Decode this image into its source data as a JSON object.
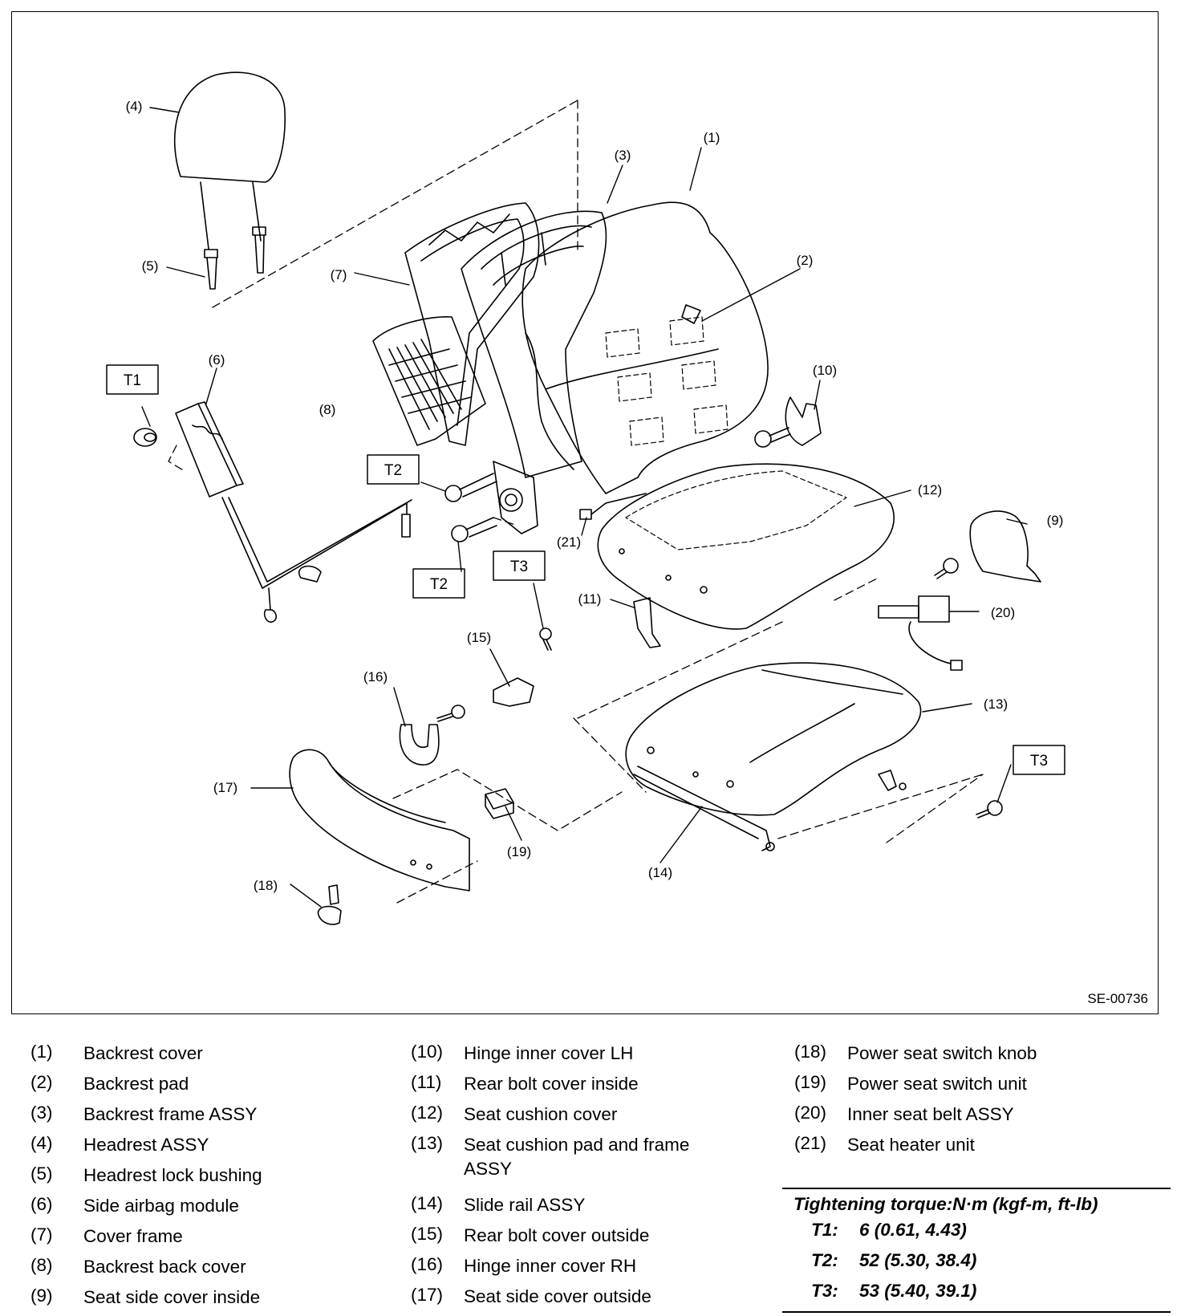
{
  "figure": {
    "code": "SE-00736",
    "callouts": [
      "(1)",
      "(2)",
      "(3)",
      "(4)",
      "(5)",
      "(6)",
      "(7)",
      "(8)",
      "(9)",
      "(10)",
      "(11)",
      "(12)",
      "(13)",
      "(14)",
      "(15)",
      "(16)",
      "(17)",
      "(18)",
      "(19)",
      "(20)",
      "(21)"
    ],
    "torque_tags": [
      "T1",
      "T2",
      "T2",
      "T3",
      "T3"
    ]
  },
  "legend": [
    {
      "num": "(1)",
      "name": "Backrest cover"
    },
    {
      "num": "(2)",
      "name": "Backrest pad"
    },
    {
      "num": "(3)",
      "name": "Backrest frame ASSY"
    },
    {
      "num": "(4)",
      "name": "Headrest ASSY"
    },
    {
      "num": "(5)",
      "name": "Headrest lock bushing"
    },
    {
      "num": "(6)",
      "name": "Side airbag module"
    },
    {
      "num": "(7)",
      "name": "Cover frame"
    },
    {
      "num": "(8)",
      "name": "Backrest back cover"
    },
    {
      "num": "(9)",
      "name": "Seat side cover inside"
    },
    {
      "num": "(10)",
      "name": "Hinge inner cover LH"
    },
    {
      "num": "(11)",
      "name": "Rear bolt cover inside"
    },
    {
      "num": "(12)",
      "name": "Seat cushion cover"
    },
    {
      "num": "(13)",
      "name": "Seat cushion pad and frame ASSY"
    },
    {
      "num": "(14)",
      "name": "Slide rail ASSY"
    },
    {
      "num": "(15)",
      "name": "Rear bolt cover outside"
    },
    {
      "num": "(16)",
      "name": "Hinge inner cover RH"
    },
    {
      "num": "(17)",
      "name": "Seat side cover outside"
    },
    {
      "num": "(18)",
      "name": "Power seat switch knob"
    },
    {
      "num": "(19)",
      "name": "Power seat switch unit"
    },
    {
      "num": "(20)",
      "name": "Inner seat belt ASSY"
    },
    {
      "num": "(21)",
      "name": "Seat heater unit"
    }
  ],
  "torque": {
    "title": "Tightening torque:N·m (kgf-m, ft-lb)",
    "rows": [
      {
        "key": "T1:",
        "value": "6 (0.61, 4.43)"
      },
      {
        "key": "T2:",
        "value": "52 (5.30, 38.4)"
      },
      {
        "key": "T3:",
        "value": "53 (5.40, 39.1)"
      }
    ]
  }
}
